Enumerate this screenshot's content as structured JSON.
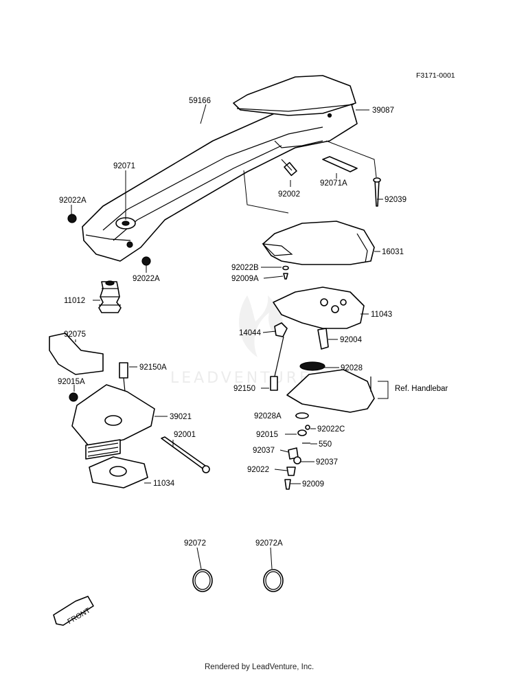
{
  "figure_id": "F3171-0001",
  "watermark": "LEADVENTURE",
  "footer": "Rendered by LeadVenture, Inc.",
  "front_arrow_label": "FRONT",
  "ref_label": "Ref. Handlebar",
  "part_labels": {
    "p59166": "59166",
    "p39087": "39087",
    "p92071": "92071",
    "p92022A_left": "92022A",
    "p92002": "92002",
    "p92071A": "92071A",
    "p92039": "92039",
    "p16031": "16031",
    "p92022A_bottom": "92022A",
    "p92022B": "92022B",
    "p92009A": "92009A",
    "p11012": "11012",
    "p11043": "11043",
    "p14044": "14044",
    "p92004": "92004",
    "p92075": "92075",
    "p92150A": "92150A",
    "p92028": "92028",
    "p92015A": "92015A",
    "p92150": "92150",
    "p39021": "39021",
    "p92028A": "92028A",
    "p92001": "92001",
    "p92015": "92015",
    "p92022C": "92022C",
    "p550": "550",
    "p92037_left": "92037",
    "p92037_right": "92037",
    "p92022": "92022",
    "p11034": "11034",
    "p92009": "92009",
    "p92072": "92072",
    "p92072A": "92072A"
  }
}
